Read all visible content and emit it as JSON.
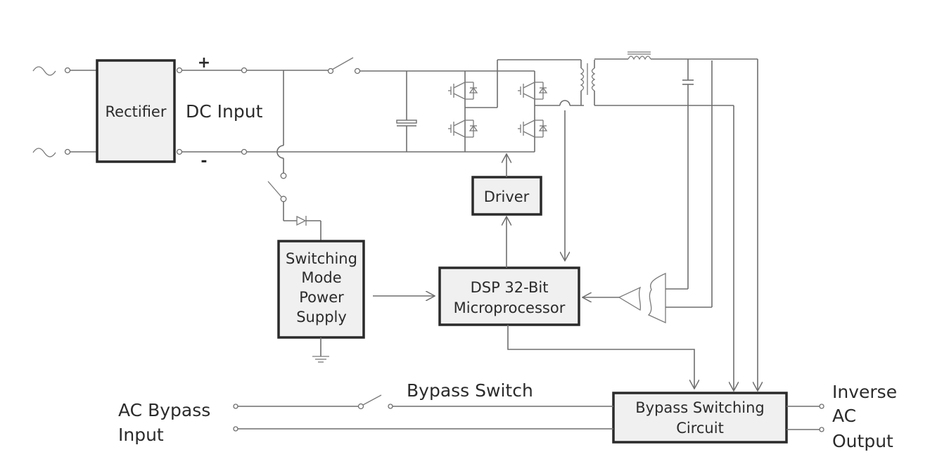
{
  "diagram": {
    "title": "UPS Inverter Block Diagram",
    "blocks": {
      "rectifier": "Rectifier",
      "driver": "Driver",
      "smps": [
        "Switching",
        "Mode",
        "Power",
        "Supply"
      ],
      "dsp": [
        "DSP 32-Bit",
        "Microprocessor"
      ],
      "bypass_circuit": [
        "Bypass Switching",
        "Circuit"
      ]
    },
    "labels": {
      "dc_input": "DC Input",
      "plus": "+",
      "minus": "-",
      "bypass_switch": "Bypass Switch",
      "ac_bypass_input": [
        "AC Bypass",
        "Input"
      ],
      "inverse_ac_output": [
        "Inverse",
        "AC",
        "Output"
      ]
    },
    "symbols": {
      "ac_source_glyph": "~",
      "components": [
        "ac-source",
        "rectifier",
        "dc-switch",
        "dc-capacitor",
        "igbt-h-bridge",
        "transformer",
        "filter-inductor",
        "filter-capacitor",
        "comparator",
        "diode",
        "ground",
        "bypass-switch"
      ]
    },
    "colors": {
      "wire": "#6e6e6e",
      "box_fill": "#f0f0f0",
      "box_border": "#2a2a2a",
      "text": "#2b2b2b"
    }
  }
}
